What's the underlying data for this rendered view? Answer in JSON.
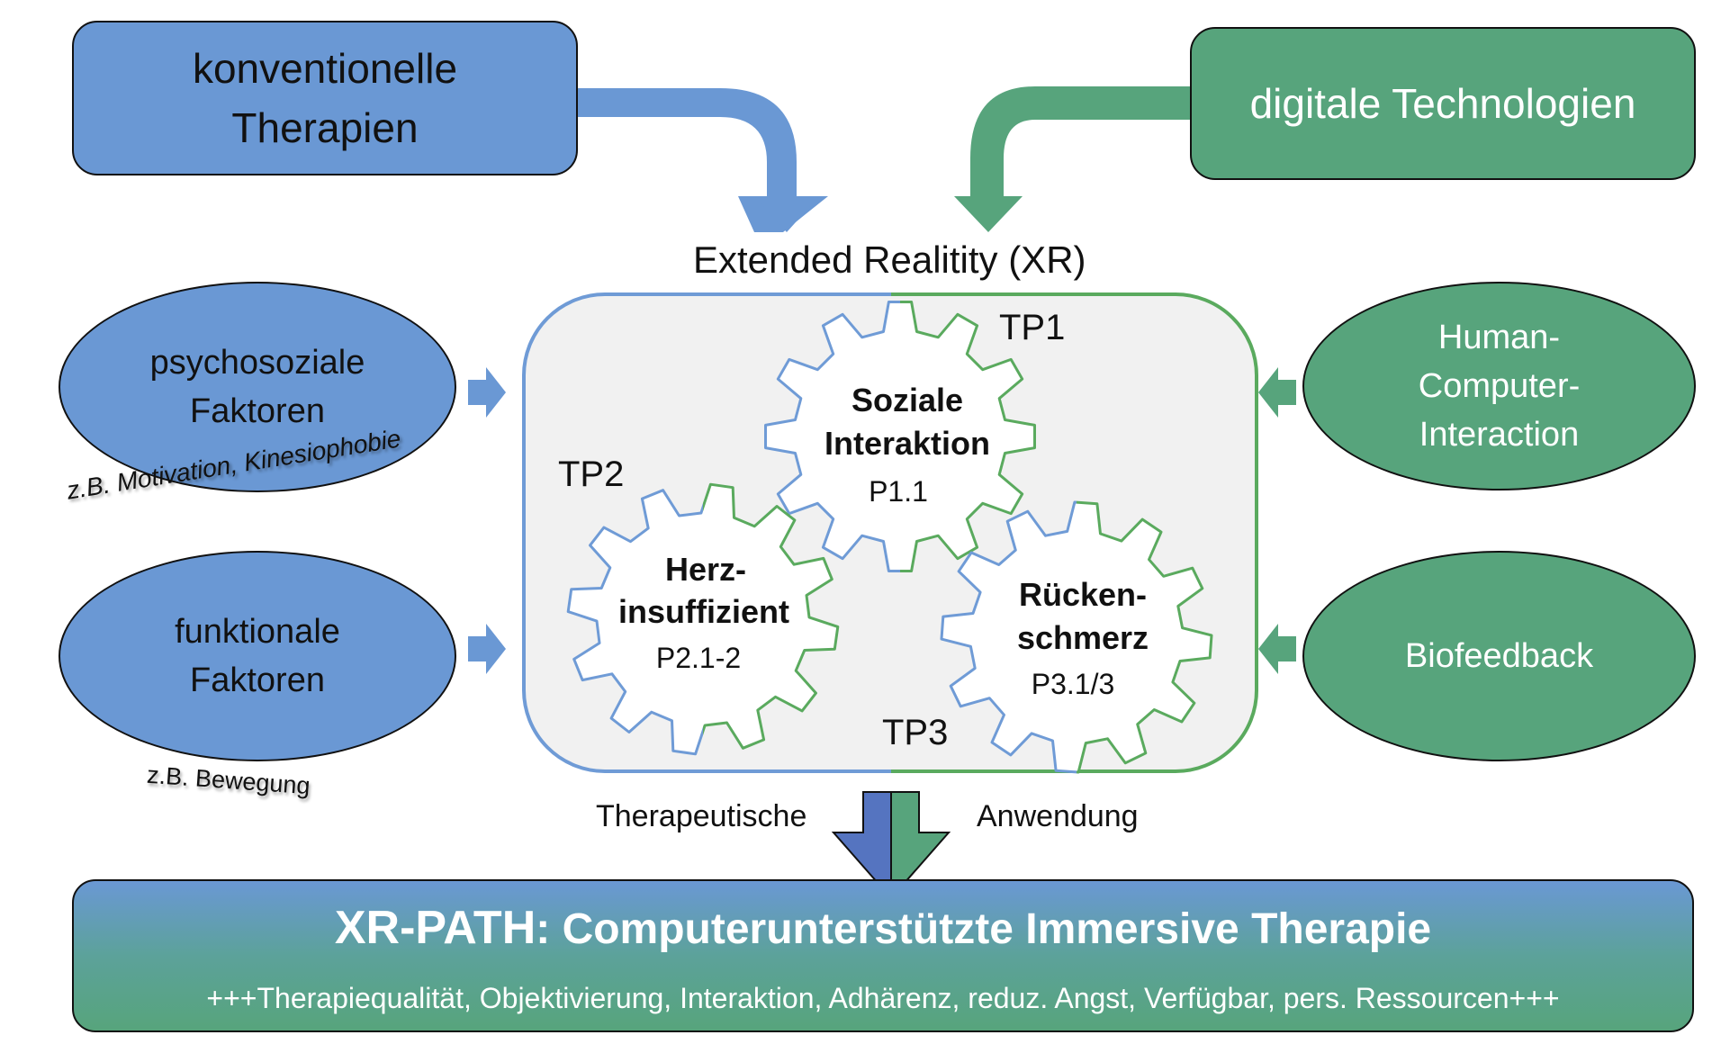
{
  "colors": {
    "blue": "#6a98d4",
    "green": "#57a47c",
    "container_blue": "#6f9bd6",
    "container_green": "#5aaa5e",
    "container_fill": "#f1f1f1",
    "arrow_blue": "#5574c0"
  },
  "sources": {
    "conventional": "konventionelle Therapien",
    "conventional_line1": "konventionelle",
    "conventional_line2": "Therapien",
    "digital": "digitale Technologien"
  },
  "xr": {
    "title": "Extended Realitity (XR)",
    "subprojects": [
      {
        "label": "TP1",
        "title_line1": "Soziale",
        "title_line2": "Interaktion",
        "code": "P1.1"
      },
      {
        "label": "TP2",
        "title_line1": "Herz-",
        "title_line2": "insuffizient",
        "code": "P2.1-2"
      },
      {
        "label": "TP3",
        "title_line1": "Rücken-",
        "title_line2": "schmerz",
        "code": "P3.1/3"
      }
    ]
  },
  "left_factors": [
    {
      "line1": "psychosoziale",
      "line2": "Faktoren",
      "example": "z.B. Motivation, Kinesiophobie"
    },
    {
      "line1": "funktionale",
      "line2": "Faktoren",
      "example": "z.B. Bewegung"
    }
  ],
  "right_factors": [
    {
      "line1": "Human-",
      "line2": "Computer-",
      "line3": "Interaction"
    },
    {
      "line1": "Biofeedback"
    }
  ],
  "flow": {
    "left_label": "Therapeutische",
    "right_label": "Anwendung"
  },
  "outcome": {
    "title_accent": "XR-PATH",
    "title_rest": ": Computerunterstützte Immersive Therapie",
    "benefits": "+++Therapiequalität, Objektivierung, Interaktion, Adhärenz, reduz. Angst, Verfügbar, pers. Ressourcen+++"
  }
}
